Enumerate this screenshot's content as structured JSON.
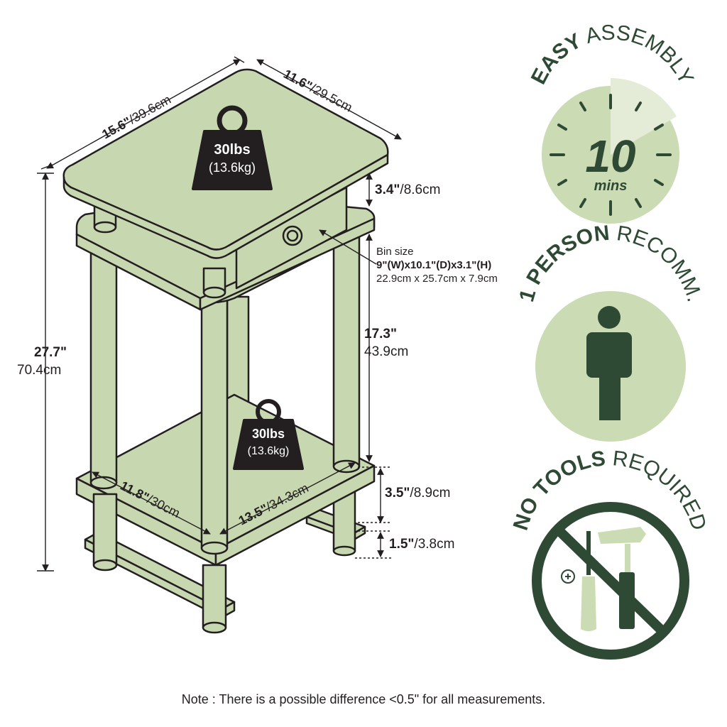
{
  "colors": {
    "table_fill": "#c7d8b0",
    "table_stroke": "#231f20",
    "badge_light": "#cbdbb3",
    "badge_dark": "#2e4a34",
    "weight_fill": "#231f20"
  },
  "dimensions": {
    "top_width_in": "15.6\"",
    "top_width_cm": "/39.6cm",
    "top_depth_in": "11.6\"",
    "top_depth_cm": "/29.5cm",
    "height_in": "27.7\"",
    "height_cm": "70.4cm",
    "drawer_height_in": "3.4\"",
    "drawer_height_cm": "/8.6cm",
    "bin_size_title": "Bin size",
    "bin_size_in": "9\"(W)x10.1\"(D)x3.1\"(H)",
    "bin_size_cm": "22.9cm x 25.7cm x 7.9cm",
    "mid_height_in": "17.3\"",
    "mid_height_cm": "43.9cm",
    "shelf_gap_in": "3.5\"",
    "shelf_gap_cm": "/8.9cm",
    "foot_height_in": "1.5\"",
    "foot_height_cm": "/3.8cm",
    "bottom_depth_in": "11.8\"",
    "bottom_depth_cm": "/30cm",
    "bottom_width_in": "13.5\"",
    "bottom_width_cm": "/34.3cm"
  },
  "weights": {
    "top_lbs": "30lbs",
    "top_kg": "(13.6kg)",
    "shelf_lbs": "30lbs",
    "shelf_kg": "(13.6kg)"
  },
  "badges": {
    "assembly_bold": "EASY",
    "assembly_rest": " ASSEMBLY",
    "assembly_time": "10",
    "assembly_unit": "mins",
    "person_bold": "1 PERSON",
    "person_rest": " RECOMM.",
    "tools_bold": "NO TOOLS",
    "tools_rest": " REQUIRED"
  },
  "note": "Note : There is a possible difference <0.5\" for all measurements."
}
